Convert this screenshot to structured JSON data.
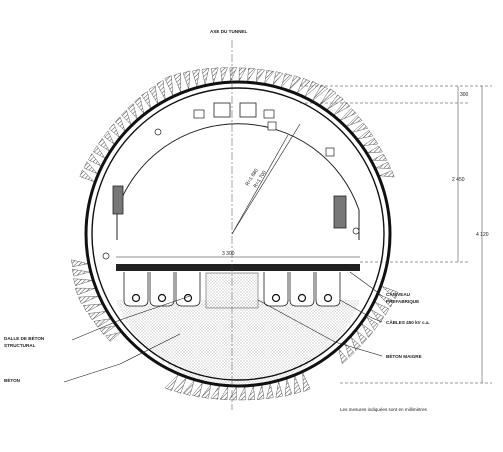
{
  "axis_label": "AXE DU TUNNEL",
  "dimensions": {
    "radius_outer": "R=1 880",
    "radius_inner": "R=1 700",
    "width_floor": "3 300",
    "top_segment": "300",
    "middle_segment": "2 450",
    "total_height": "4 120"
  },
  "callouts": {
    "caniveau_line1": "CANIVEAU",
    "caniveau_line2": "PREFABRIQUE",
    "cables": "CÂBLES 450 kV c.a.",
    "beton_maigre": "BÉTON MAIGRE",
    "dalle_line1": "DALLE DE BÉTON",
    "dalle_line2": "STRUCTURAL",
    "beton": "BÉTON"
  },
  "note": "Les mesures indiquées sont en millimètres"
}
